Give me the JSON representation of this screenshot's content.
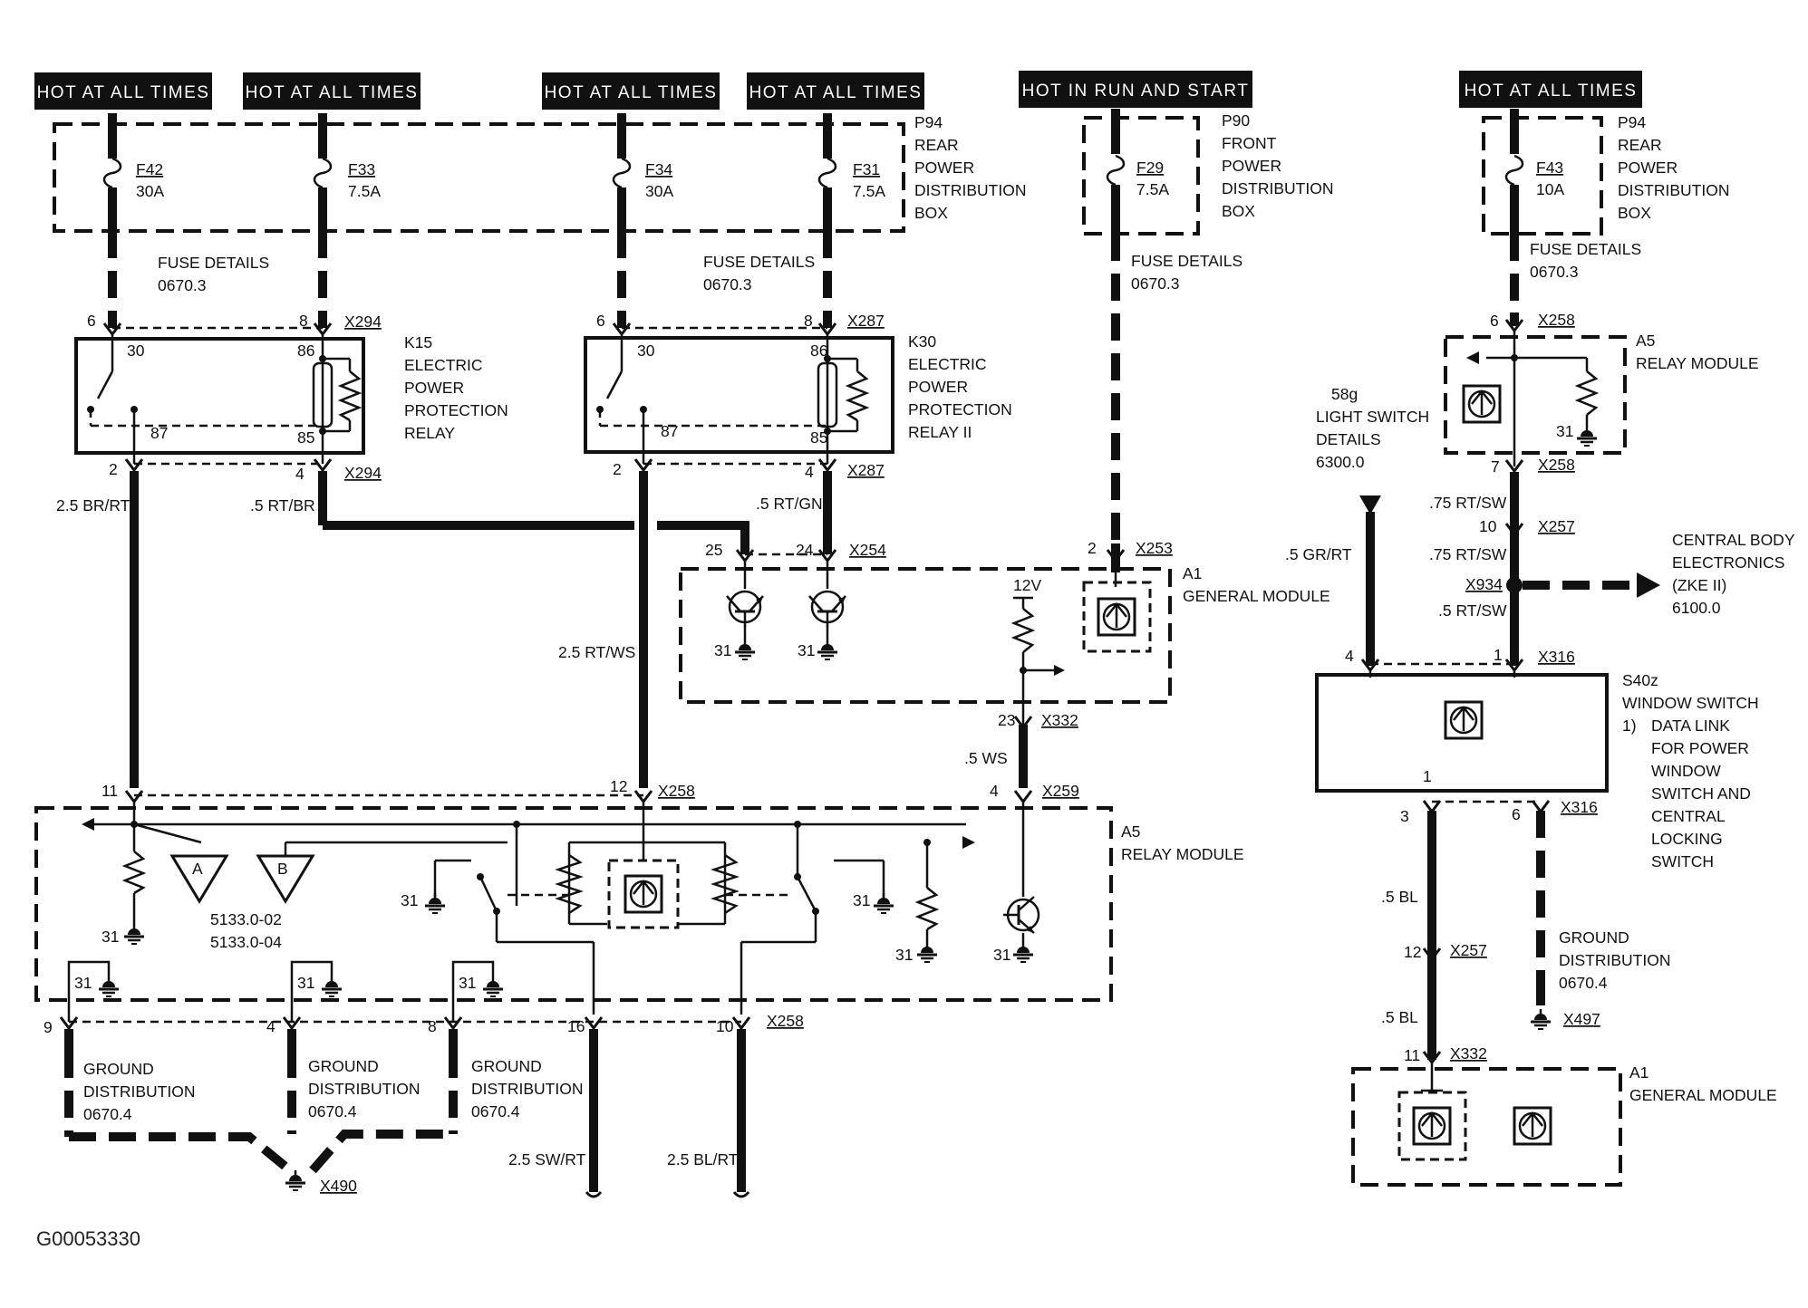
{
  "drawing_id": "G00053330",
  "power_labels": [
    "HOT AT ALL TIMES",
    "HOT AT ALL TIMES",
    "HOT AT ALL TIMES",
    "HOT AT ALL TIMES",
    "HOT IN RUN AND START",
    "HOT AT ALL TIMES"
  ],
  "fuses": [
    {
      "id": "F42",
      "rating": "30A"
    },
    {
      "id": "F33",
      "rating": "7.5A"
    },
    {
      "id": "F34",
      "rating": "30A"
    },
    {
      "id": "F31",
      "rating": "7.5A"
    },
    {
      "id": "F29",
      "rating": "7.5A"
    },
    {
      "id": "F43",
      "rating": "10A"
    }
  ],
  "boxes": {
    "p94_a": [
      "P94",
      "REAR",
      "POWER",
      "DISTRIBUTION",
      "BOX"
    ],
    "p90": [
      "P90",
      "FRONT",
      "POWER",
      "DISTRIBUTION",
      "BOX"
    ],
    "p94_b": [
      "P94",
      "REAR",
      "POWER",
      "DISTRIBUTION",
      "BOX"
    ]
  },
  "fuse_details": {
    "label": "FUSE DETAILS",
    "ref": "0670.3"
  },
  "relays": {
    "k15": [
      "K15",
      "ELECTRIC",
      "POWER",
      "PROTECTION",
      "RELAY"
    ],
    "k30": [
      "K30",
      "ELECTRIC",
      "POWER",
      "PROTECTION",
      "RELAY II"
    ]
  },
  "relay_pins": {
    "p30": "30",
    "p86": "86",
    "p85": "85",
    "p87": "87"
  },
  "modules": {
    "a1": [
      "A1",
      "GENERAL MODULE"
    ],
    "a5": [
      "A5",
      "RELAY MODULE"
    ],
    "s40z": [
      "S40z",
      "WINDOW SWITCH"
    ],
    "s40z_note": [
      "1)",
      "DATA LINK",
      "FOR POWER",
      "WINDOW",
      "SWITCH AND",
      "CENTRAL",
      "LOCKING",
      "SWITCH"
    ],
    "zke": [
      "CENTRAL BODY",
      "ELECTRONICS",
      "(ZKE II)",
      "6100.0"
    ],
    "light_switch": [
      "58g",
      "LIGHT SWITCH",
      "DETAILS",
      "6300.0"
    ],
    "ground_dist": [
      "GROUND",
      "DISTRIBUTION",
      "0670.4"
    ]
  },
  "connectors": {
    "x294": "X294",
    "x287": "X287",
    "x254": "X254",
    "x253": "X253",
    "x332": "X332",
    "x259": "X259",
    "x258": "X258",
    "x257": "X257",
    "x934": "X934",
    "x316": "X316",
    "x497": "X497",
    "x490": "X490"
  },
  "wires": {
    "br_rt": "2.5 BR/RT",
    "rt_br": ".5 RT/BR",
    "rt_gn": ".5 RT/GN",
    "rt_ws25": "2.5 RT/WS",
    "ws": ".5  WS",
    "sw_rt": "2.5 SW/RT",
    "bl_rt": "2.5 BL/RT",
    "gr_rt": ".5 GR/RT",
    "rt_sw75": ".75 RT/SW",
    "rt_sw5": ".5 RT/SW",
    "bl": ".5 BL"
  },
  "refs": [
    "5133.0-02",
    "5133.0-04"
  ],
  "misc": {
    "v12": "12V",
    "g31": "31",
    "tri_a": "A",
    "tri_b": "B"
  },
  "pins": {
    "p6": "6",
    "p8": "8",
    "p2": "2",
    "p4": "4",
    "p25": "25",
    "p24": "24",
    "p23": "23",
    "p11": "11",
    "p12": "12",
    "p9": "9",
    "p16": "16",
    "p10": "10",
    "p7": "7",
    "p1": "1",
    "p3": "3"
  }
}
